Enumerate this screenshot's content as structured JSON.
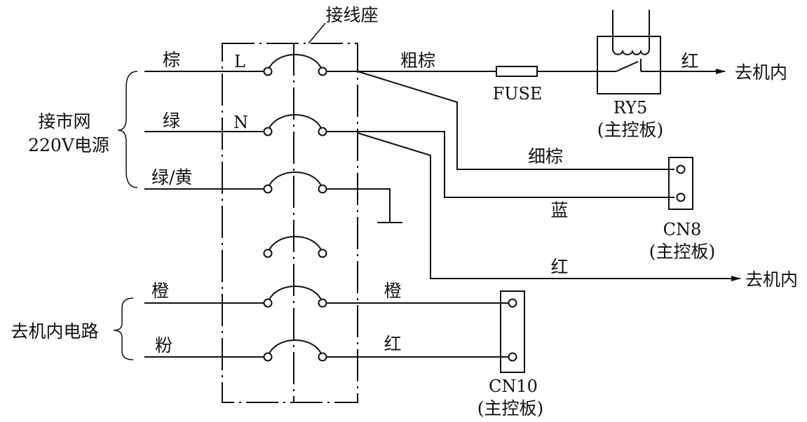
{
  "block": {
    "title": "接线座"
  },
  "source": {
    "line1": "接市网",
    "line2": "220V电源"
  },
  "load_group": {
    "label": "去机内电路"
  },
  "input_wires": {
    "brown": "棕",
    "green": "绿",
    "green_yellow": "绿/黄",
    "orange": "橙",
    "pink": "粉"
  },
  "terminal_letters": {
    "live": "L",
    "neutral": "N"
  },
  "output_wires": {
    "thick_brown": "粗棕",
    "thin_brown": "细棕",
    "blue": "蓝",
    "red_top": "红",
    "red_mid": "红",
    "orange": "橙",
    "red_bottom": "红"
  },
  "components": {
    "fuse": "FUSE",
    "relay": "RY5",
    "relay_board": "(主控板)",
    "cn8": "CN8",
    "cn8_board": "(主控板)",
    "cn10": "CN10",
    "cn10_board": "(主控板)"
  },
  "destinations": {
    "top": "去机内",
    "mid": "去机内"
  },
  "colors": {
    "ink": "#111111",
    "background": "#ffffff"
  }
}
